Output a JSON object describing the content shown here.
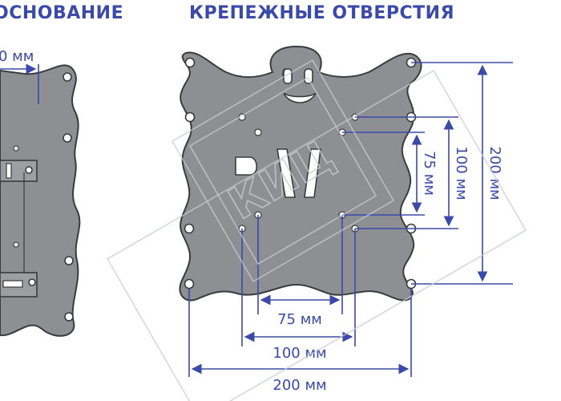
{
  "headings": {
    "left": "ОСНОВАНИЕ",
    "right": "КРЕПЕЖНЫЕ ОТВЕРСТИЯ"
  },
  "left_dimension": "0 мм",
  "dimensions": {
    "h75": "75 мм",
    "h100": "100 мм",
    "h200": "200 мм",
    "v75": "75 мм",
    "v100": "100 мм",
    "v200": "200 мм"
  },
  "watermark": "КИЦ",
  "colors": {
    "heading": "#3b4aa8",
    "plate": "#8d8f93",
    "outline": "#3a3b3e"
  }
}
